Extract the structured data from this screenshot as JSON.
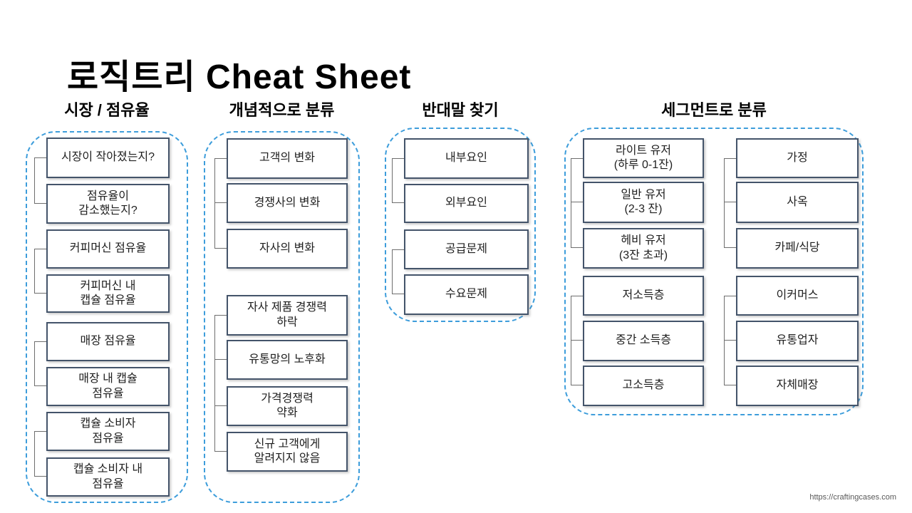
{
  "page": {
    "title": "로직트리 Cheat Sheet",
    "footer_url": "https://craftingcases.com"
  },
  "colors": {
    "box_border": "#44546a",
    "container_border": "#3d9ddb",
    "connector": "#6e6e6e",
    "title_text": "#000000",
    "box_text": "#1f1f1f",
    "footer_text": "#595959"
  },
  "columns": [
    {
      "id": "market-share",
      "header": "시장 / 점유율",
      "groups": [
        {
          "boxes": [
            "시장이 작아졌는지?",
            "점유율이\n감소했는지?"
          ]
        },
        {
          "boxes": [
            "커피머신 점유율",
            "커피머신 내\n캡슐 점유율"
          ]
        },
        {
          "boxes": [
            "매장 점유율",
            "매장 내 캡슐\n점유율"
          ]
        },
        {
          "boxes": [
            "캡슐 소비자\n점유율",
            "캡슐 소비자 내\n점유율"
          ]
        }
      ]
    },
    {
      "id": "conceptual",
      "header": "개념적으로 분류",
      "groups": [
        {
          "boxes": [
            "고객의 변화",
            "경쟁사의 변화",
            "자사의 변화"
          ]
        },
        {
          "boxes": [
            "자사 제품 경쟁력\n하락",
            "유통망의 노후화",
            "가격경쟁력\n약화",
            "신규 고객에게\n알려지지 않음"
          ]
        }
      ]
    },
    {
      "id": "opposites",
      "header": "반대말 찾기",
      "groups": [
        {
          "boxes": [
            "내부요인",
            "외부요인"
          ]
        },
        {
          "boxes": [
            "공급문제",
            "수요문제"
          ]
        }
      ]
    },
    {
      "id": "segments",
      "header": "세그먼트로 분류",
      "subcolumns": [
        {
          "groups": [
            {
              "boxes": [
                "라이트 유저\n(하루 0-1잔)",
                "일반 유저\n(2-3 잔)",
                "헤비 유저\n(3잔 초과)"
              ]
            },
            {
              "boxes": [
                "저소득층",
                "중간 소득층",
                "고소득층"
              ]
            }
          ]
        },
        {
          "groups": [
            {
              "boxes": [
                "가정",
                "사옥",
                "카페/식당"
              ]
            },
            {
              "boxes": [
                "이커머스",
                "유통업자",
                "자체매장"
              ]
            }
          ]
        }
      ]
    }
  ]
}
